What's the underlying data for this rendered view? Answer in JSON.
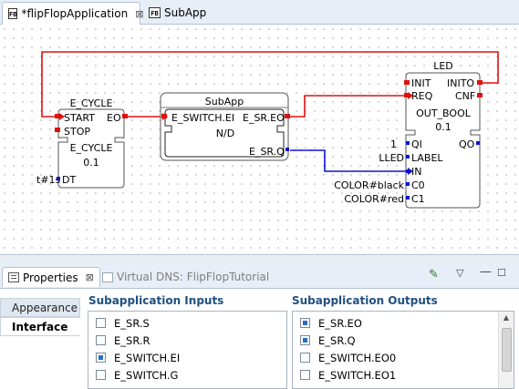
{
  "editor_tabs": [
    {
      "label": "*flipFlopApplication",
      "icon": "function-block-icon",
      "close": "⊠"
    },
    {
      "label": "SubApp",
      "icon": "function-block-icon"
    }
  ],
  "diagram": {
    "e_cycle": {
      "name": "E_CYCLE",
      "type": "E_CYCLE",
      "version": "0.1",
      "inputs": [
        "START",
        "STOP"
      ],
      "outputs": [
        "EO"
      ],
      "data_inputs": [
        "DT"
      ],
      "dt_value": "t#1s"
    },
    "subapp": {
      "name": "SubApp",
      "inputs": [
        "E_SWITCH.EI"
      ],
      "outputs": [
        "E_SR.EO",
        "E_SR.Q"
      ],
      "type": "N/D"
    },
    "led": {
      "name": "LED",
      "type": "OUT_BOOL",
      "version": "0.1",
      "event_inputs": [
        "INIT",
        "REQ"
      ],
      "event_outputs": [
        "INITO",
        "CNF"
      ],
      "data_inputs": [
        "QI",
        "LABEL",
        "IN",
        "C0",
        "C1"
      ],
      "data_outputs": [
        "QO"
      ],
      "qi_value": "1",
      "label_value": "LLED",
      "c0_value": "COLOR#black",
      "c1_value": "COLOR#red"
    },
    "colors": {
      "event_connection": "#e01010",
      "data_connection": "#1010d0"
    }
  },
  "properties_tabs": [
    {
      "label": "Properties",
      "close": "⊠"
    },
    {
      "label": "Virtual DNS: FlipFlopTutorial"
    }
  ],
  "side_tabs": [
    "Appearance",
    "Interface"
  ],
  "inputs_section": {
    "title": "Subapplication Inputs",
    "items": [
      {
        "label": "E_SR.S",
        "checked": false
      },
      {
        "label": "E_SR.R",
        "checked": false
      },
      {
        "label": "E_SWITCH.EI",
        "checked": true
      },
      {
        "label": "E_SWITCH.G",
        "checked": false
      }
    ]
  },
  "outputs_section": {
    "title": "Subapplication Outputs",
    "items": [
      {
        "label": "E_SR.EO",
        "checked": true
      },
      {
        "label": "E_SR.Q",
        "checked": true
      },
      {
        "label": "E_SWITCH.EO0",
        "checked": false
      },
      {
        "label": "E_SWITCH.EO1",
        "checked": false
      }
    ]
  }
}
